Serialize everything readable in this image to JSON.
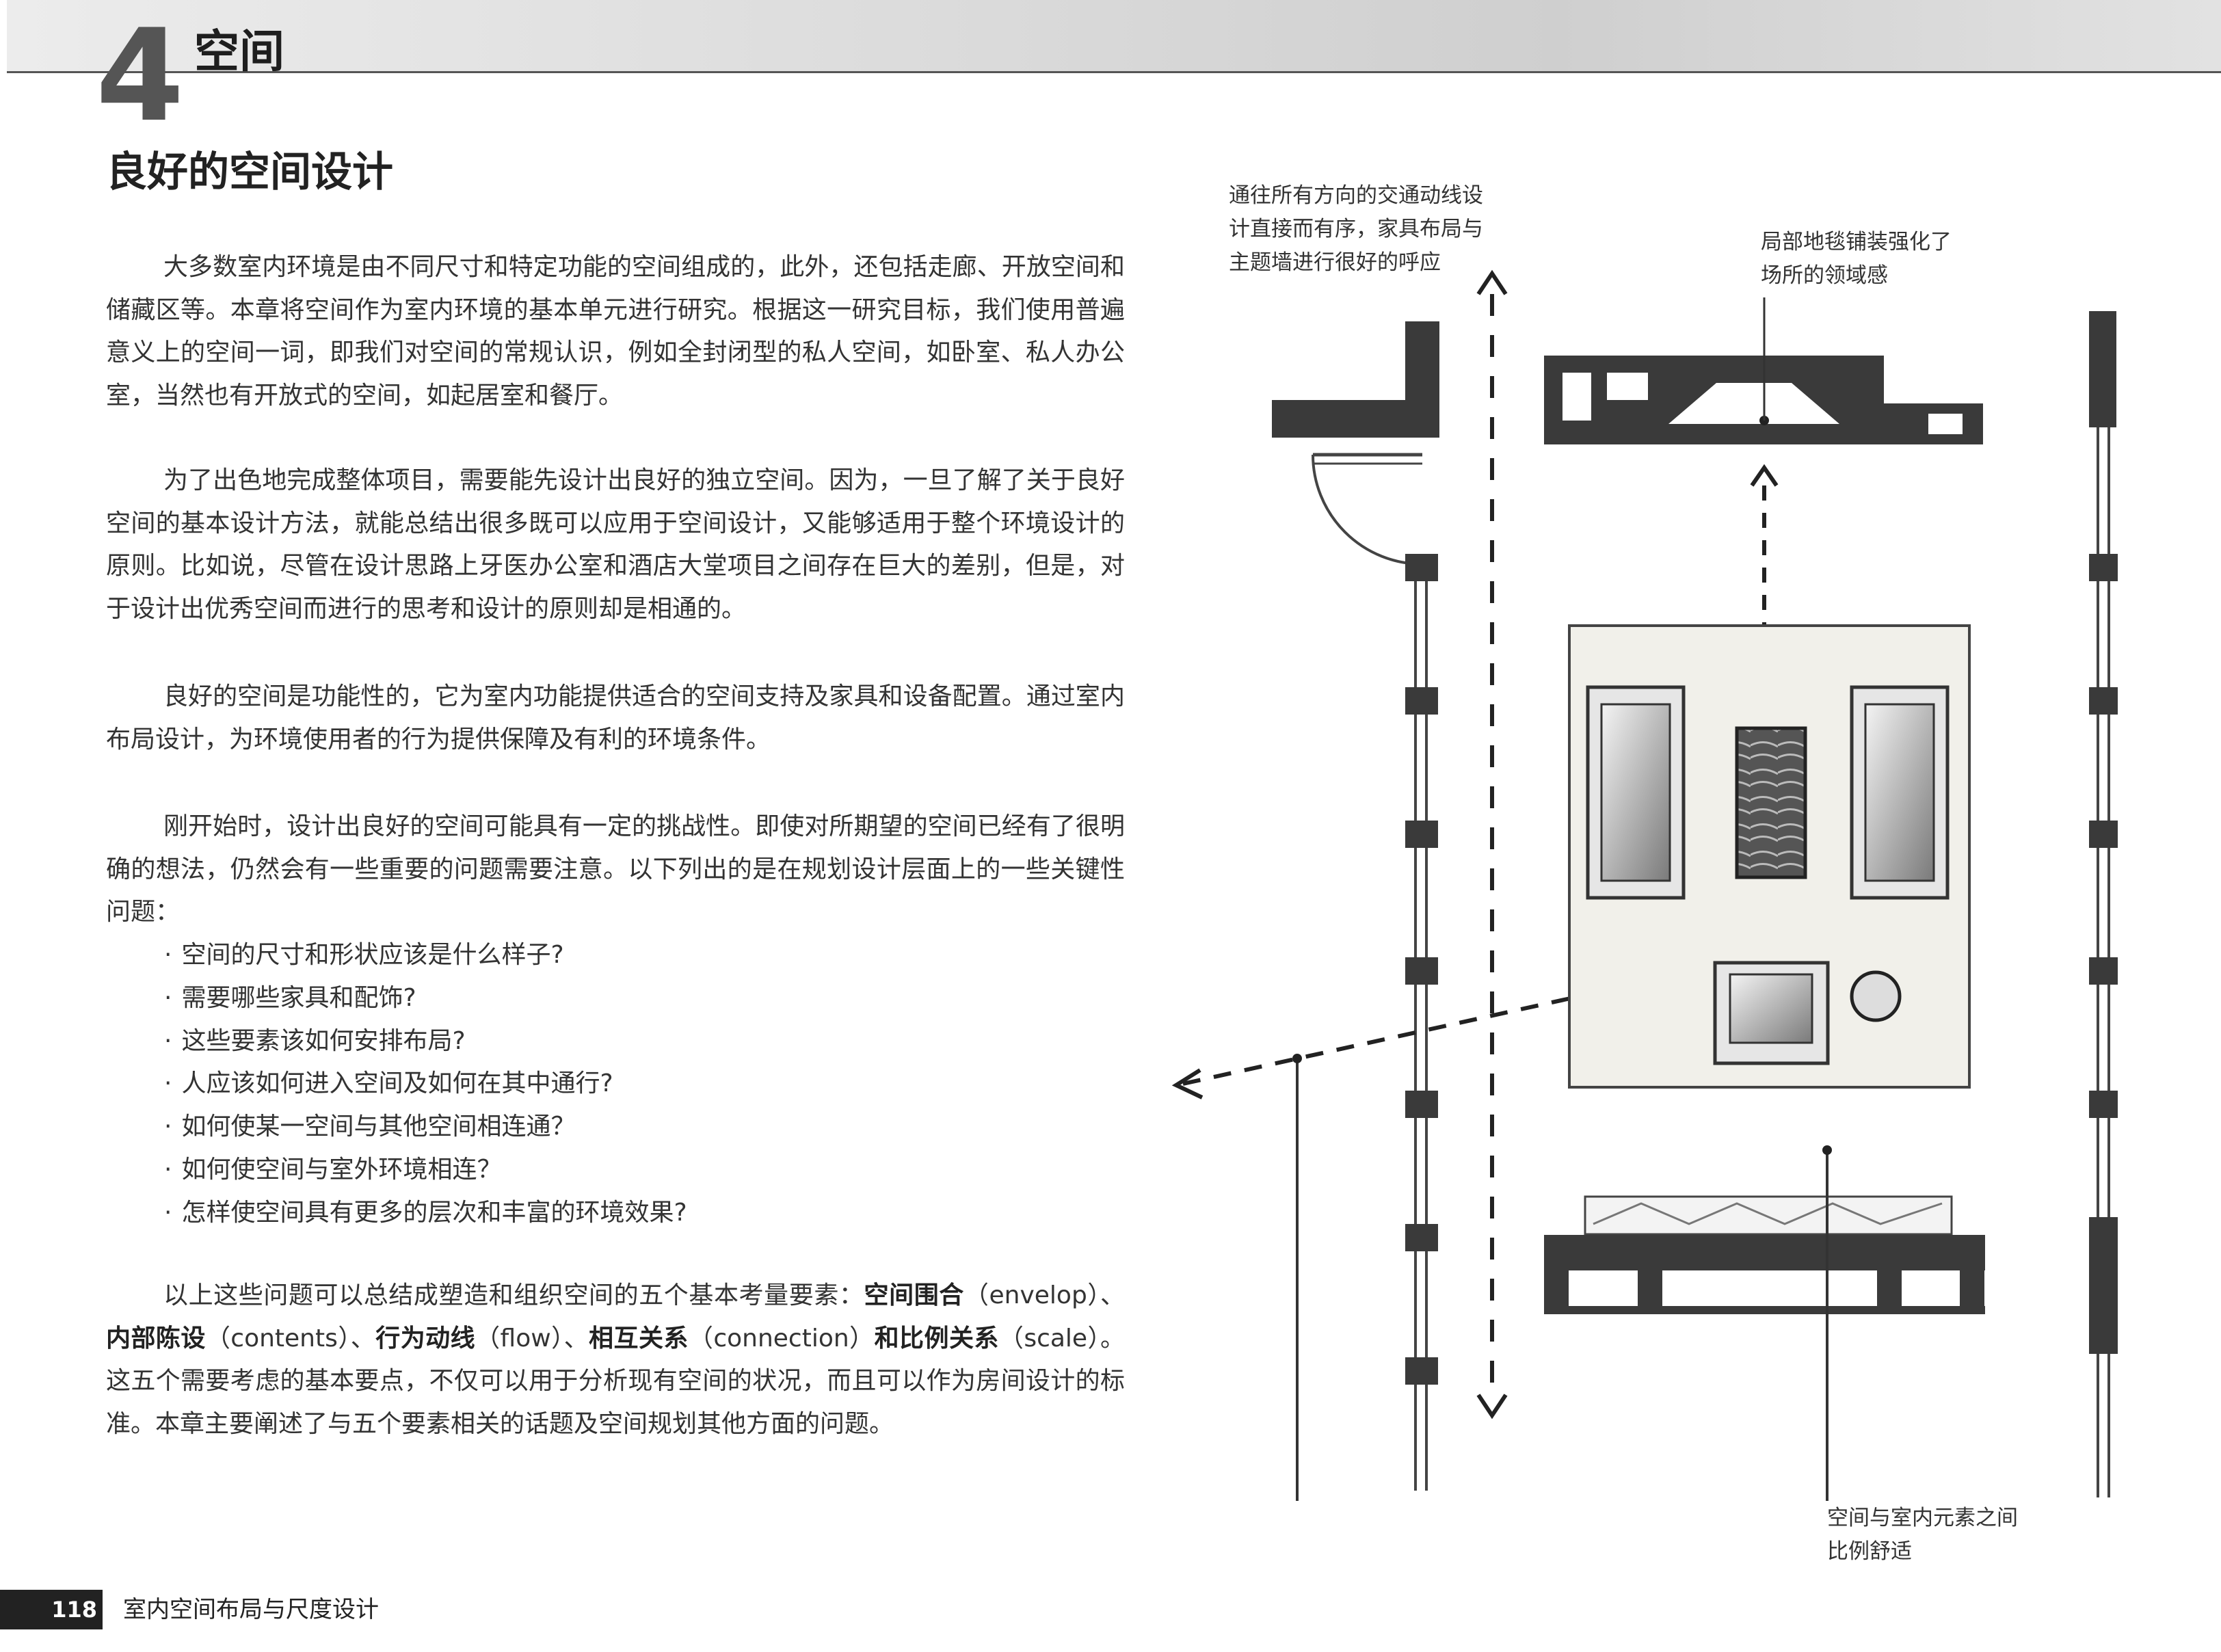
{
  "chapter": {
    "number": "4",
    "title": "空间"
  },
  "section_heading": "良好的空间设计",
  "paragraphs": [
    "大多数室内环境是由不同尺寸和特定功能的空间组成的，此外，还包括走廊、开放空间和储藏区等。本章将空间作为室内环境的基本单元进行研究。根据这一研究目标，我们使用普遍意义上的空间一词，即我们对空间的常规认识，例如全封闭型的私人空间，如卧室、私人办公室，当然也有开放式的空间，如起居室和餐厅。",
    "为了出色地完成整体项目，需要能先设计出良好的独立空间。因为，一旦了解了关于良好空间的基本设计方法，就能总结出很多既可以应用于空间设计，又能够适用于整个环境设计的原则。比如说，尽管在设计思路上牙医办公室和酒店大堂项目之间存在巨大的差别，但是，对于设计出优秀空间而进行的思考和设计的原则却是相通的。",
    "良好的空间是功能性的，它为室内功能提供适合的空间支持及家具和设备配置。通过室内布局设计，为环境使用者的行为提供保障及有利的环境条件。",
    "刚开始时，设计出良好的空间可能具有一定的挑战性。即使对所期望的空间已经有了很明确的想法，仍然会有一些重要的问题需要注意。以下列出的是在规划设计层面上的一些关键性问题："
  ],
  "questions": [
    "空间的尺寸和形状应该是什么样子?",
    "需要哪些家具和配饰?",
    "这些要素该如何安排布局?",
    "人应该如何进入空间及如何在其中通行?",
    "如何使某一空间与其他空间相连通？",
    "如何使空间与室外环境相连？",
    "怎样使空间具有更多的层次和丰富的环境效果?"
  ],
  "closing": {
    "p1": "以上这些问题可以总结成塑造和组织空间的五个基本考量要素：",
    "t1": "空间围合",
    "p2": "（envelop）、",
    "t2": "内部陈设",
    "p3": "（contents）、",
    "t3": "行为动线",
    "p4": "（flow）、",
    "t4": "相互关系",
    "p5": "（connection）",
    "t5": "和比例关系",
    "p6": "（scale）。这五个需要考虑的基本要点，不仅可以用于分析现有空间的状况，而且可以作为房间设计的标准。本章主要阐述了与五个要素相关的话题及空间规划其他方面的问题。"
  },
  "diagram_labels": {
    "flow": [
      "通往所有方向的交通动线设",
      "计直接而有序，家具布局与",
      "主题墙进行很好的呼应"
    ],
    "rug": [
      "局部地毯铺装强化了",
      "场所的领域感"
    ],
    "scale": [
      "空间与室内元素之间",
      "比例舒适"
    ]
  },
  "footer": {
    "page_number": "118",
    "book_title": "室内空间布局与尺度设计"
  },
  "colors": {
    "wall_fill": "#3a3a3a",
    "banner": "#d6d6d6",
    "rug": "#f1f0ea",
    "footer_box": "#222222"
  }
}
